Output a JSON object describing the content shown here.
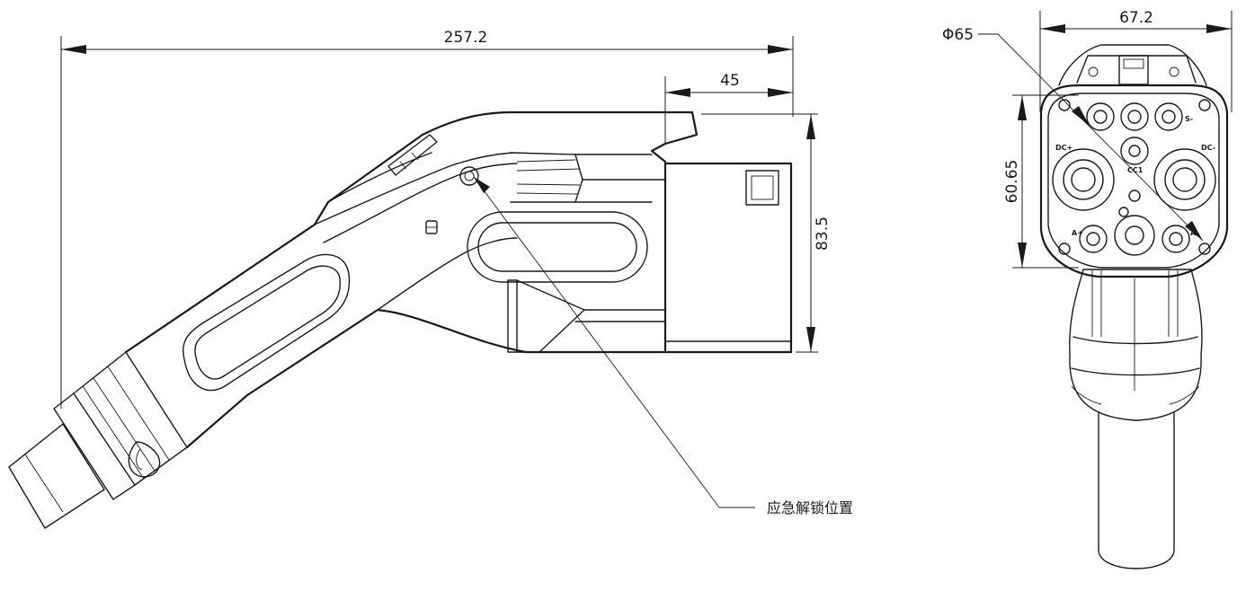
{
  "dimensions": {
    "overall_length": "257.2",
    "plug_depth": "45",
    "plug_height": "83.5",
    "face_width": "67.2",
    "face_diameter": "Φ65",
    "face_height": "60.65"
  },
  "callout": {
    "emergency_unlock": "应急解锁位置"
  },
  "pin_labels": {
    "dc_plus": "DC+",
    "dc_minus": "DC-",
    "cc1": "CC1",
    "s_minus": "S-",
    "a_plus": "A+",
    "a_minus": "A-"
  }
}
